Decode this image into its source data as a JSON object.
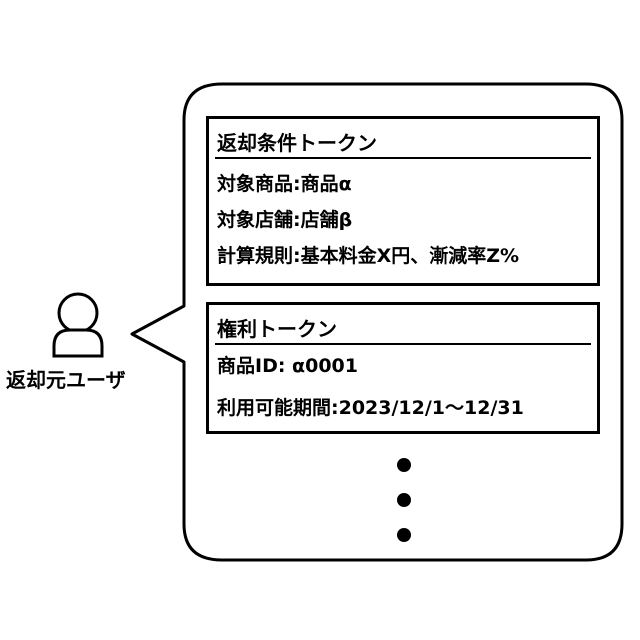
{
  "user": {
    "label": "返却元ユーザ",
    "icon": "person-icon"
  },
  "condition_token": {
    "title": "返却条件トークン",
    "target_product": "対象商品:商品α",
    "target_store": "対象店舗:店舗β",
    "calc_rule": "計算規則:基本料金X円、漸減率Z%"
  },
  "right_token": {
    "title": "権利トークン",
    "product_id": "商品ID: α0001",
    "available_period": "利用可能期間:2023/12/1～12/31"
  },
  "colors": {
    "stroke": "#000000",
    "background": "#ffffff"
  }
}
